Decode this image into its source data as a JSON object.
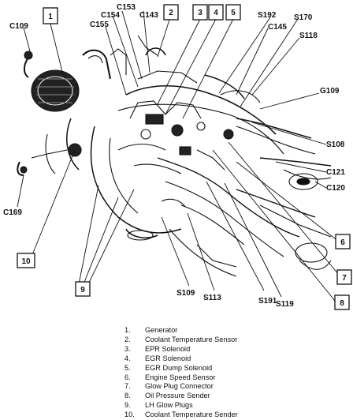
{
  "numbered_boxes": [
    "1",
    "2",
    "3",
    "4",
    "5",
    "6",
    "7",
    "8",
    "9",
    "10"
  ],
  "connector_labels": {
    "c109": "C109",
    "c154": "C154",
    "c153": "C153",
    "c143": "C143",
    "c155": "C155",
    "s192": "S192",
    "s170": "S170",
    "c145": "C145",
    "s118": "S118",
    "g109": "G109",
    "s108": "S108",
    "c121": "C121",
    "c169": "C169",
    "c120": "C120",
    "s109": "S109",
    "s113": "S113",
    "s191": "S191",
    "s119": "S119"
  },
  "legend": [
    {
      "num": "1.",
      "text": "Generator"
    },
    {
      "num": "2.",
      "text": "Coolant Temperature Sensor"
    },
    {
      "num": "3.",
      "text": "EPR Solenoid"
    },
    {
      "num": "4.",
      "text": "EGR Solenoid"
    },
    {
      "num": "5.",
      "text": "EGR Dump Solenoid"
    },
    {
      "num": "6.",
      "text": "Engine Speed Sensor"
    },
    {
      "num": "7.",
      "text": "Glow Plug Connector"
    },
    {
      "num": "8.",
      "text": "Oil Pressure Sender"
    },
    {
      "num": "9.",
      "text": "LH Glow Plugs"
    },
    {
      "num": "10.",
      "text": "Coolant Temperature Sender"
    }
  ]
}
